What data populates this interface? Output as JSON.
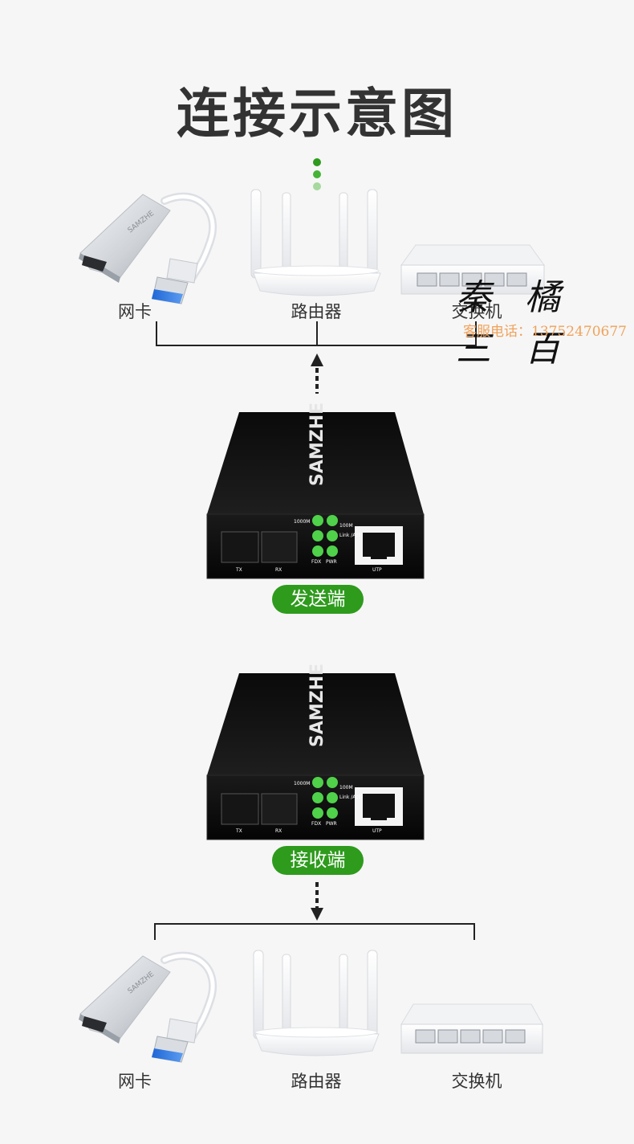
{
  "title": "连接示意图",
  "top_devices": {
    "nic": "网卡",
    "router": "路由器",
    "switch": "交换机"
  },
  "bottom_devices": {
    "nic": "网卡",
    "router": "路由器",
    "switch": "交换机"
  },
  "converters": [
    {
      "role": "发送端",
      "brand": "SAMZHE",
      "leds": [
        "1000M",
        "100M",
        "Link /Act",
        "FDX",
        "PWR"
      ],
      "ports": [
        "TX",
        "RX",
        "UTP"
      ]
    },
    {
      "role": "接收端",
      "brand": "SAMZHE",
      "leds": [
        "1000M",
        "100M",
        "Link /Act",
        "FDX",
        "PWR"
      ],
      "ports": [
        "TX",
        "RX",
        "UTP"
      ]
    }
  ],
  "watermark": {
    "brand": "秦 橘 三 百",
    "phone": "客服电话：13752470677"
  },
  "colors": {
    "accent_green": "#2e9b1d",
    "led_green": "#4fd14a",
    "background": "#f6f6f6",
    "title": "#333333",
    "watermark_phone": "#f0a25a"
  }
}
